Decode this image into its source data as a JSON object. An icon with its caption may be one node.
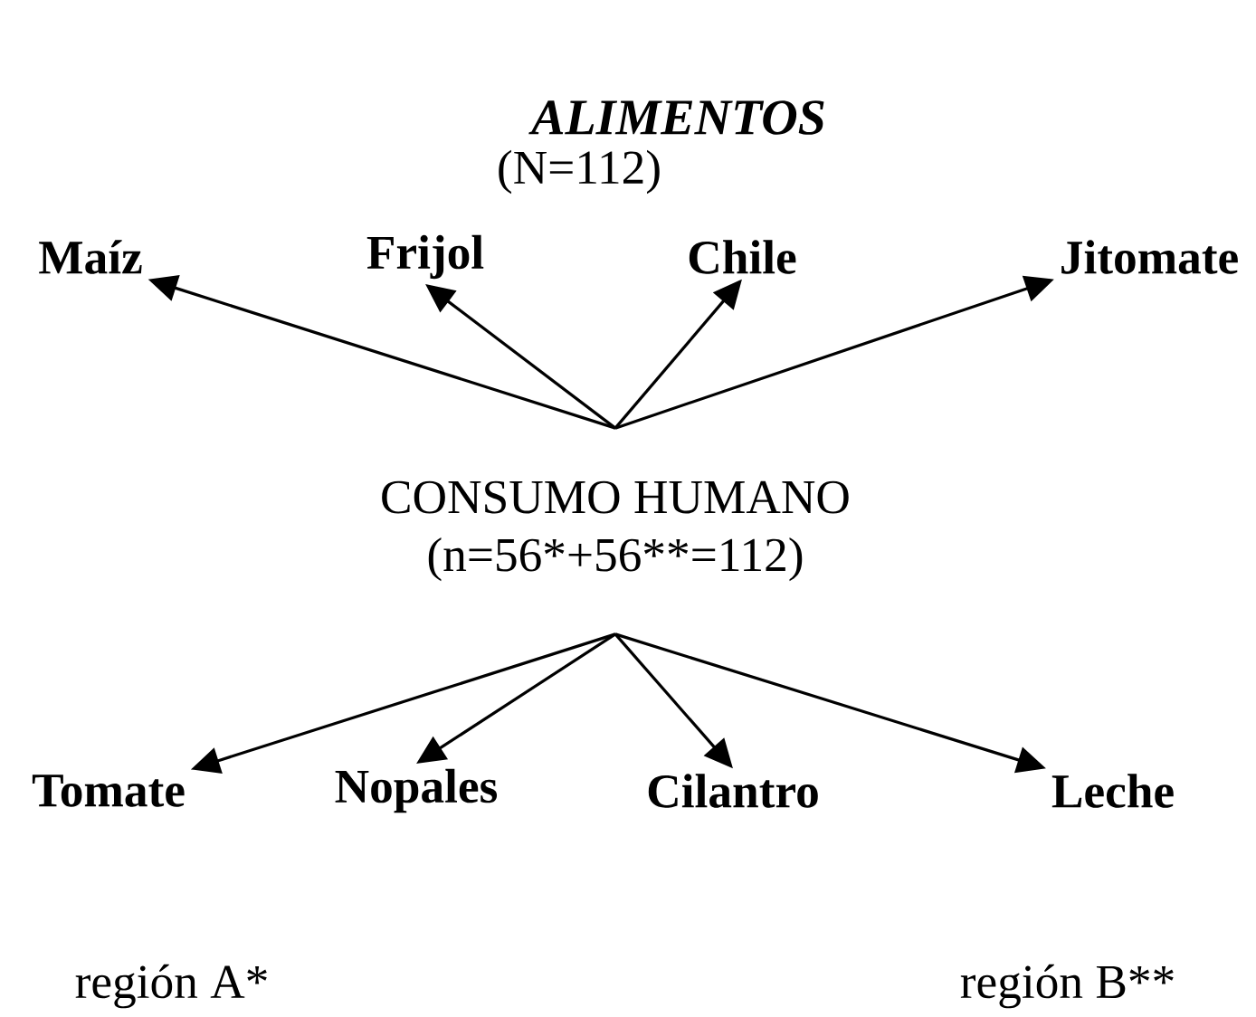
{
  "diagram": {
    "title": "ALIMENTOS",
    "nodes": [
      {
        "text": [
          "CONSUMO HUMANO",
          "(n=56*+56**=112)"
        ]
      },
      {
        "text": [
          "Maíz"
        ]
      },
      {
        "text": [
          "Frijol"
        ]
      },
      {
        "text": [
          "Chile"
        ]
      },
      {
        "text": [
          "Jitomate"
        ]
      },
      {
        "text": [
          "Tomate"
        ]
      },
      {
        "text": [
          "Nopales"
        ]
      },
      {
        "text": [
          "Cilantro"
        ]
      },
      {
        "text": [
          "Leche"
        ]
      }
    ],
    "edges": [
      {
        "from": 0,
        "to": 1,
        "arrow": "to"
      },
      {
        "from": 0,
        "to": 2,
        "arrow": "to"
      },
      {
        "from": 0,
        "to": 3,
        "arrow": "to"
      },
      {
        "from": 0,
        "to": 4,
        "arrow": "to"
      },
      {
        "from": 0,
        "to": 5,
        "arrow": "to"
      },
      {
        "from": 0,
        "to": 6,
        "arrow": "to"
      },
      {
        "from": 0,
        "to": 7,
        "arrow": "to"
      },
      {
        "from": 0,
        "to": 8,
        "arrow": "to"
      }
    ],
    "labels": [
      "(N=112)",
      "región A*",
      "región B**"
    ]
  }
}
